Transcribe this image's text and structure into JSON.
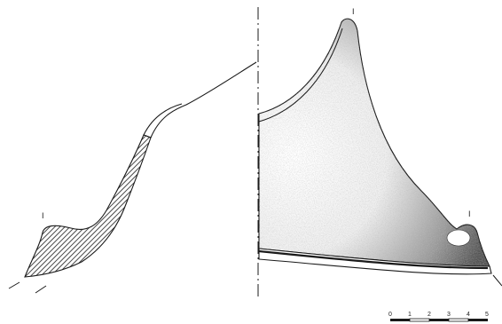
{
  "figure": {
    "view_marks": [
      "I",
      "I",
      "I"
    ],
    "scale_bar": {
      "labels": [
        "0",
        "1",
        "2",
        "3",
        "4",
        "5"
      ]
    }
  },
  "colors": {
    "ink": "#1a1a1a",
    "paper": "#ffffff"
  }
}
